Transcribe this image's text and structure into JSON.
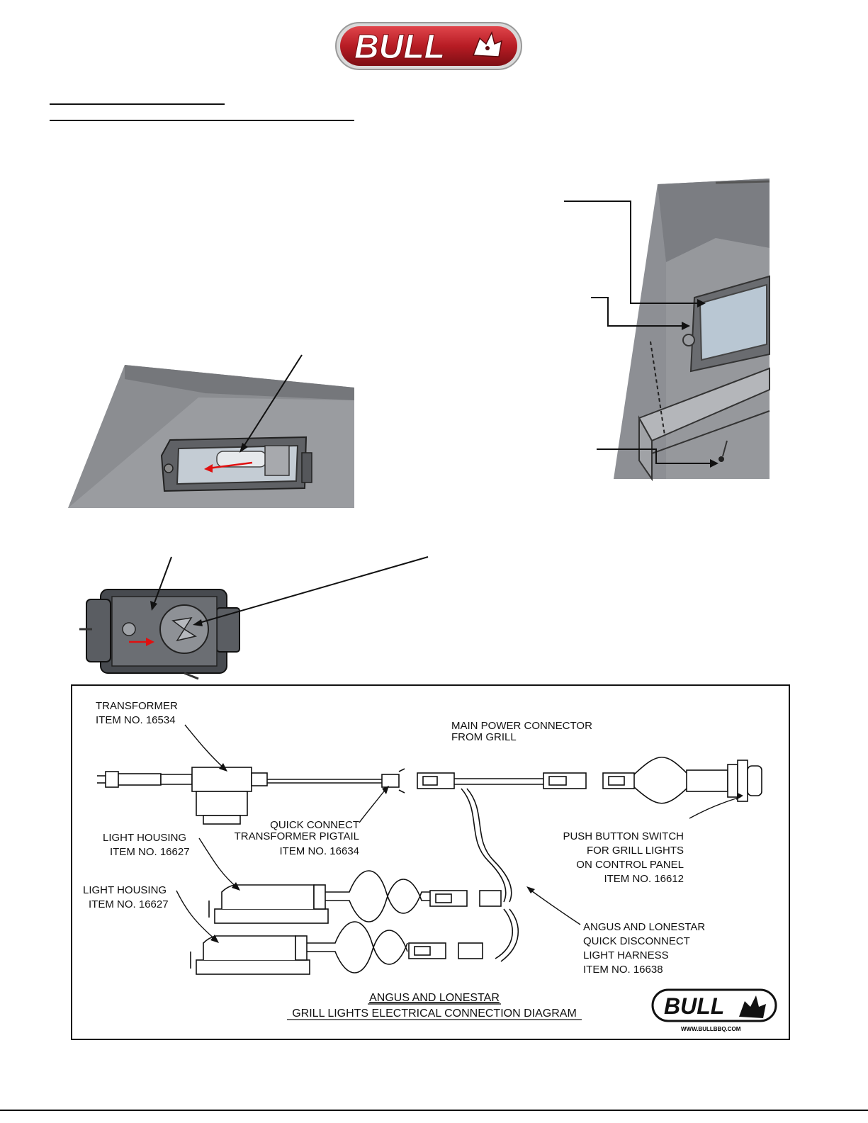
{
  "brand": {
    "name": "BULL",
    "website": "WWW.BULLBBQ.COM"
  },
  "diagram": {
    "transformer": {
      "line1": "TRANSFORMER",
      "line2": "ITEM NO. 16534"
    },
    "main_power": {
      "line1": "MAIN POWER CONNECTOR",
      "line2": "FROM GRILL"
    },
    "quick_connect": {
      "line1": "QUICK CONNECT",
      "line2": "TRANSFORMER PIGTAIL",
      "line3": "ITEM NO. 16634"
    },
    "push_button": {
      "line1": "PUSH BUTTON SWITCH",
      "line2": "FOR GRILL LIGHTS",
      "line3": "ON CONTROL PANEL",
      "line4": "ITEM NO. 16612"
    },
    "light_housing_1": {
      "line1": "LIGHT HOUSING",
      "line2": "ITEM NO. 16627"
    },
    "light_housing_2": {
      "line1": "LIGHT HOUSING",
      "line2": "ITEM NO. 16627"
    },
    "harness": {
      "line1": "ANGUS AND LONESTAR",
      "line2": "QUICK DISCONNECT",
      "line3": "LIGHT HARNESS",
      "line4": "ITEM NO. 16638"
    },
    "caption": {
      "line1": "ANGUS AND LONESTAR",
      "line2": "GRILL LIGHTS  ELECTRICAL CONNECTION DIAGRAM"
    }
  },
  "colors": {
    "brand_red": "#c8202a",
    "steel": "#8a8c90",
    "steel_dark": "#5e6064",
    "annotation_red": "#e01010"
  }
}
